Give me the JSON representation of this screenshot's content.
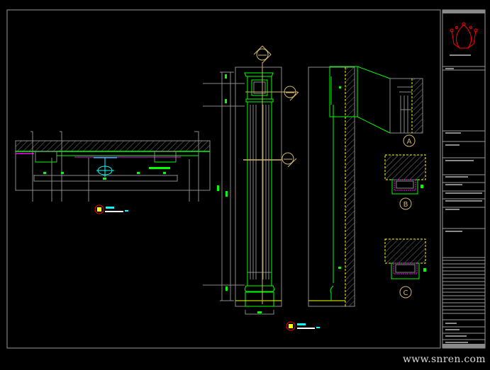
{
  "drawing": {
    "detail_labels": [
      "A",
      "B",
      "C"
    ],
    "colors": {
      "background": "#000000",
      "frame": "#9a9a9a",
      "outline": "#00ff00",
      "dimension": "#8a8a8a",
      "section_marker": "#d2b46c",
      "hatch": "#7a7a7a",
      "finish": "#ff00ff",
      "axis": "#00ffff",
      "logo": "#ff0000",
      "wall_edge": "#ffff00"
    }
  },
  "watermark": "www.snren.com"
}
